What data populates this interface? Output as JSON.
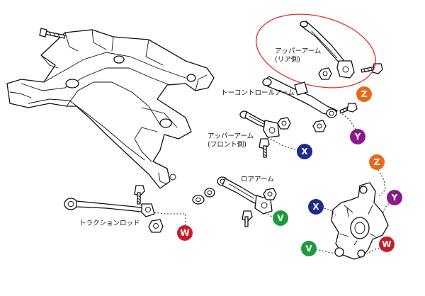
{
  "labels": {
    "upper_arm_rear_line1": "アッパーアーム",
    "upper_arm_rear_line2": "(リア側)",
    "toe_control_arm": "トーコントロールアーム",
    "upper_arm_front_line1": "アッパーアーム",
    "upper_arm_front_line2": "(フロント側)",
    "lower_arm": "ロアアーム",
    "traction_rod": "トラクションロッド"
  },
  "markers": {
    "Z": {
      "letter": "Z",
      "color": "#e8681e"
    },
    "Y": {
      "letter": "Y",
      "color": "#8a1a8a"
    },
    "X": {
      "letter": "X",
      "color": "#1f2a8c"
    },
    "V": {
      "letter": "V",
      "color": "#1e9a3c"
    },
    "W": {
      "letter": "W",
      "color": "#c41e28"
    }
  },
  "highlight_color": "#e03030"
}
